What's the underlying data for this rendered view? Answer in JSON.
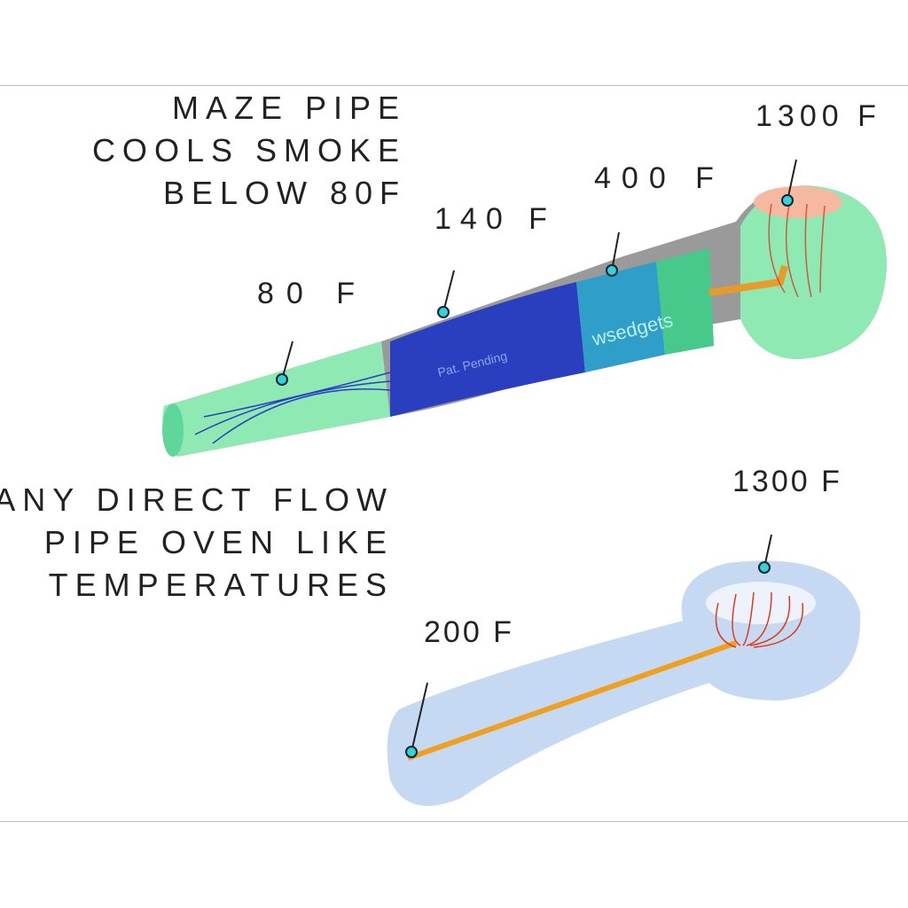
{
  "top": {
    "headline": [
      "MAZE PIPE",
      "COOLS SMOKE",
      "BELOW 80F"
    ],
    "labels": {
      "t80": "80 F",
      "t140": "140 F",
      "t400": "400 F",
      "t1300": "1300 F"
    },
    "watermark": "wsedgets",
    "stamp": "Pat. Pending"
  },
  "bottom": {
    "headline": [
      "ANY DIRECT FLOW",
      "PIPE OVEN LIKE",
      "TEMPERATURES"
    ],
    "labels": {
      "t200": "200 F",
      "t1300": "1300 F"
    }
  },
  "colors": {
    "marker": "#2fd3d8",
    "mouthpiece": "#7fe8b0",
    "cool": "#2a3fc0",
    "hot": "#e03a1a",
    "glass": "#c6d9f2"
  }
}
